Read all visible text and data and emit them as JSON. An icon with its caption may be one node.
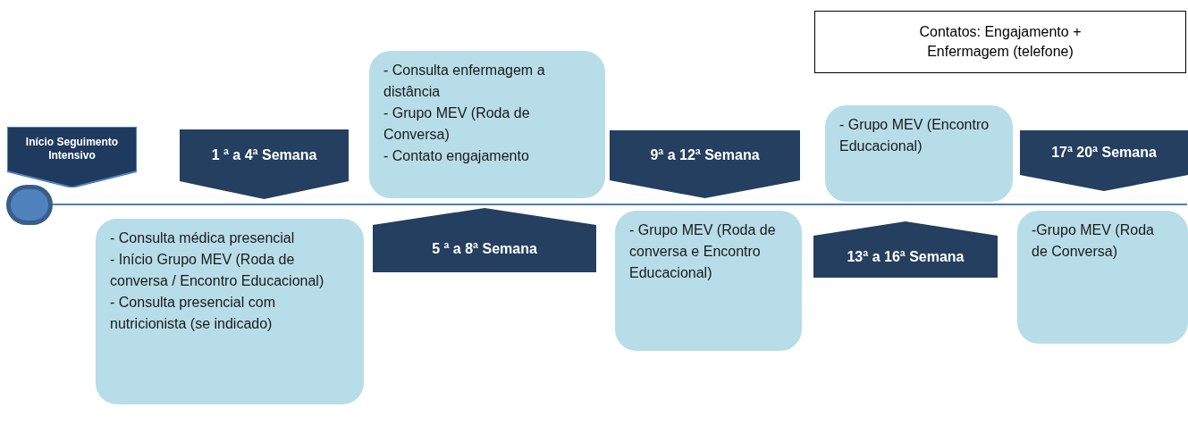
{
  "diagram": {
    "nodes": [
      {
        "text": [
          "Contatos: Engajamento + Enfermagem (telefone)"
        ]
      },
      {
        "text": [
          "Início Seguimento Intensivo"
        ]
      },
      {
        "text": [],
        "shape": "circle"
      },
      {
        "text": [
          "1 ª a 4ª Semana"
        ]
      },
      {
        "text": [
          "- Consulta médica presencial",
          "- Início Grupo MEV (Roda de conversa / Encontro Educacional)",
          "- Consulta presencial com nutricionista (se indicado)"
        ]
      },
      {
        "text": [
          "- Consulta enfermagem a distância",
          "- Grupo MEV (Roda de Conversa)",
          "- Contato engajamento"
        ]
      },
      {
        "text": [
          "5 ª a 8ª Semana"
        ]
      },
      {
        "text": [
          "9ª a 12ª Semana"
        ]
      },
      {
        "text": [
          "- Grupo MEV (Roda de conversa e Encontro Educacional)"
        ]
      },
      {
        "text": [
          "- Grupo MEV (Encontro Educacional)"
        ]
      },
      {
        "text": [
          "13ª a 16ª Semana"
        ]
      },
      {
        "text": [
          "17ª 20ª Semana"
        ]
      },
      {
        "text": [
          "-Grupo MEV (Roda de Conversa)"
        ]
      }
    ]
  }
}
